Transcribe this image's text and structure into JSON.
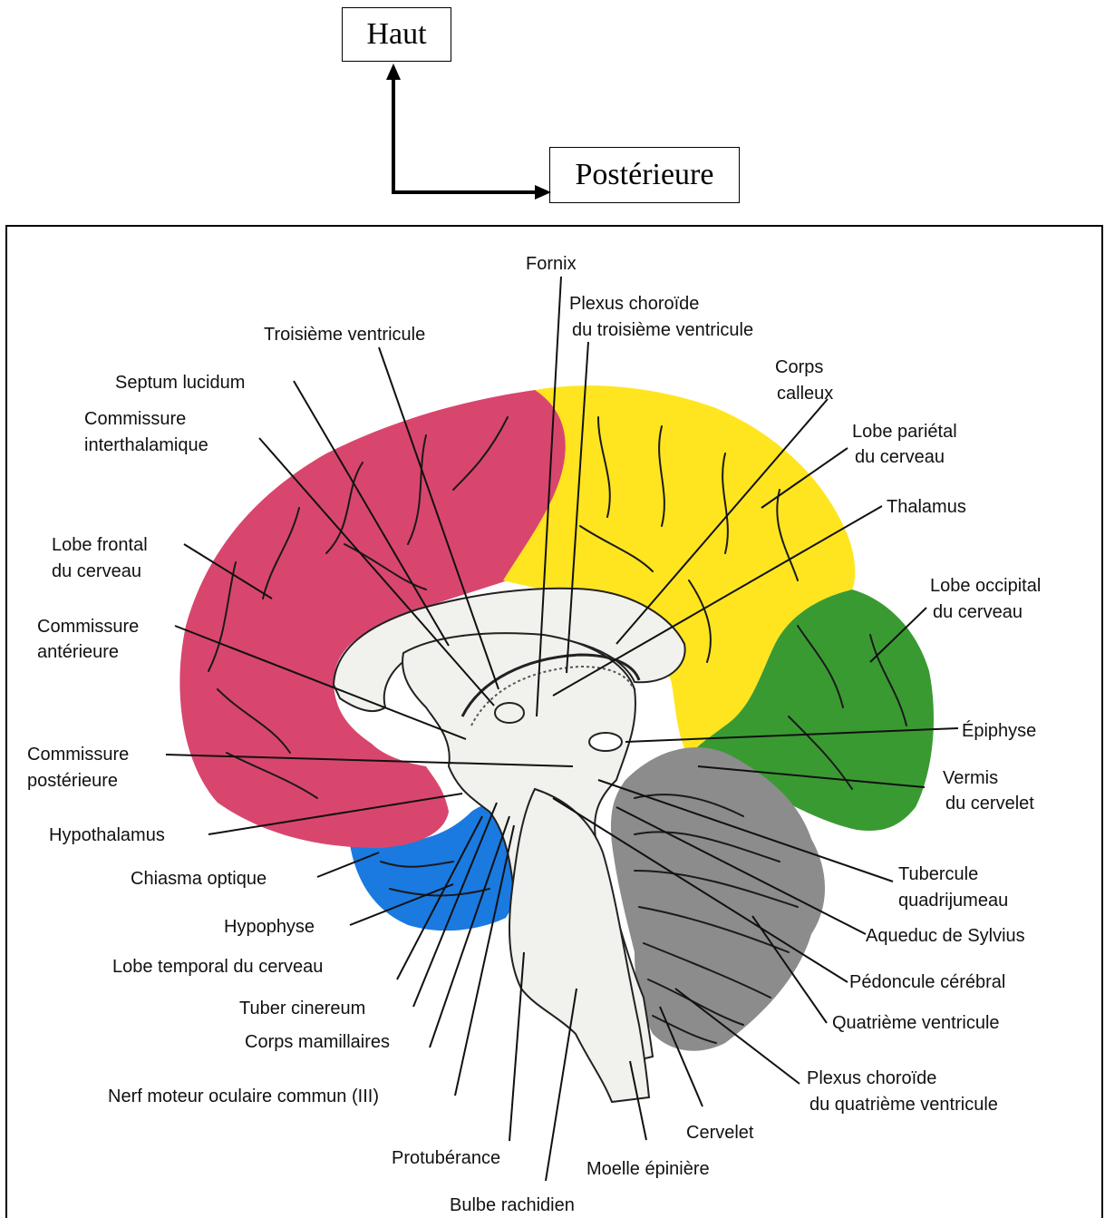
{
  "orientation": {
    "up_label": "Haut",
    "posterior_label": "Postérieure"
  },
  "colors": {
    "frontal": "#d8466e",
    "parietal": "#ffe51f",
    "occipital": "#3a9a32",
    "temporal": "#1a7ae0",
    "cerebellum": "#8c8c8c",
    "inner": "#f1f1ee"
  },
  "labels": {
    "fornix": "Fornix",
    "plexus_3_l1": "Plexus choroïde",
    "plexus_3_l2": "du troisième ventricule",
    "troisieme_ventricule": "Troisième ventricule",
    "septum_lucidum": "Septum lucidum",
    "corps_calleux_l1": "Corps",
    "corps_calleux_l2": "calleux",
    "commissure_inter_l1": "Commissure",
    "commissure_inter_l2": "interthalamique",
    "lobe_parietal_l1": "Lobe pariétal",
    "lobe_parietal_l2": "du cerveau",
    "thalamus": "Thalamus",
    "lobe_frontal_l1": "Lobe frontal",
    "lobe_frontal_l2": "du cerveau",
    "lobe_occipital_l1": "Lobe occipital",
    "lobe_occipital_l2": "du cerveau",
    "commissure_ant_l1": "Commissure",
    "commissure_ant_l2": "antérieure",
    "epiphyse": "Épiphyse",
    "commissure_post_l1": "Commissure",
    "commissure_post_l2": "postérieure",
    "vermis_l1": "Vermis",
    "vermis_l2": "du cervelet",
    "hypothalamus": "Hypothalamus",
    "chiasma": "Chiasma optique",
    "tubercule_l1": "Tubercule",
    "tubercule_l2": "quadrijumeau",
    "hypophyse": "Hypophyse",
    "aqueduc": "Aqueduc de Sylvius",
    "lobe_temporal": "Lobe temporal du cerveau",
    "pedoncule": "Pédoncule cérébral",
    "tuber_cinereum": "Tuber cinereum",
    "quatrieme_ventricule": "Quatrième ventricule",
    "corps_mamillaires": "Corps mamillaires",
    "plexus_4_l1": "Plexus choroïde",
    "plexus_4_l2": "du quatrième ventricule",
    "nerf_moteur": "Nerf moteur oculaire commun (III)",
    "cervelet": "Cervelet",
    "protuberance": "Protubérance",
    "moelle": "Moelle épinière",
    "bulbe": "Bulbe rachidien"
  }
}
